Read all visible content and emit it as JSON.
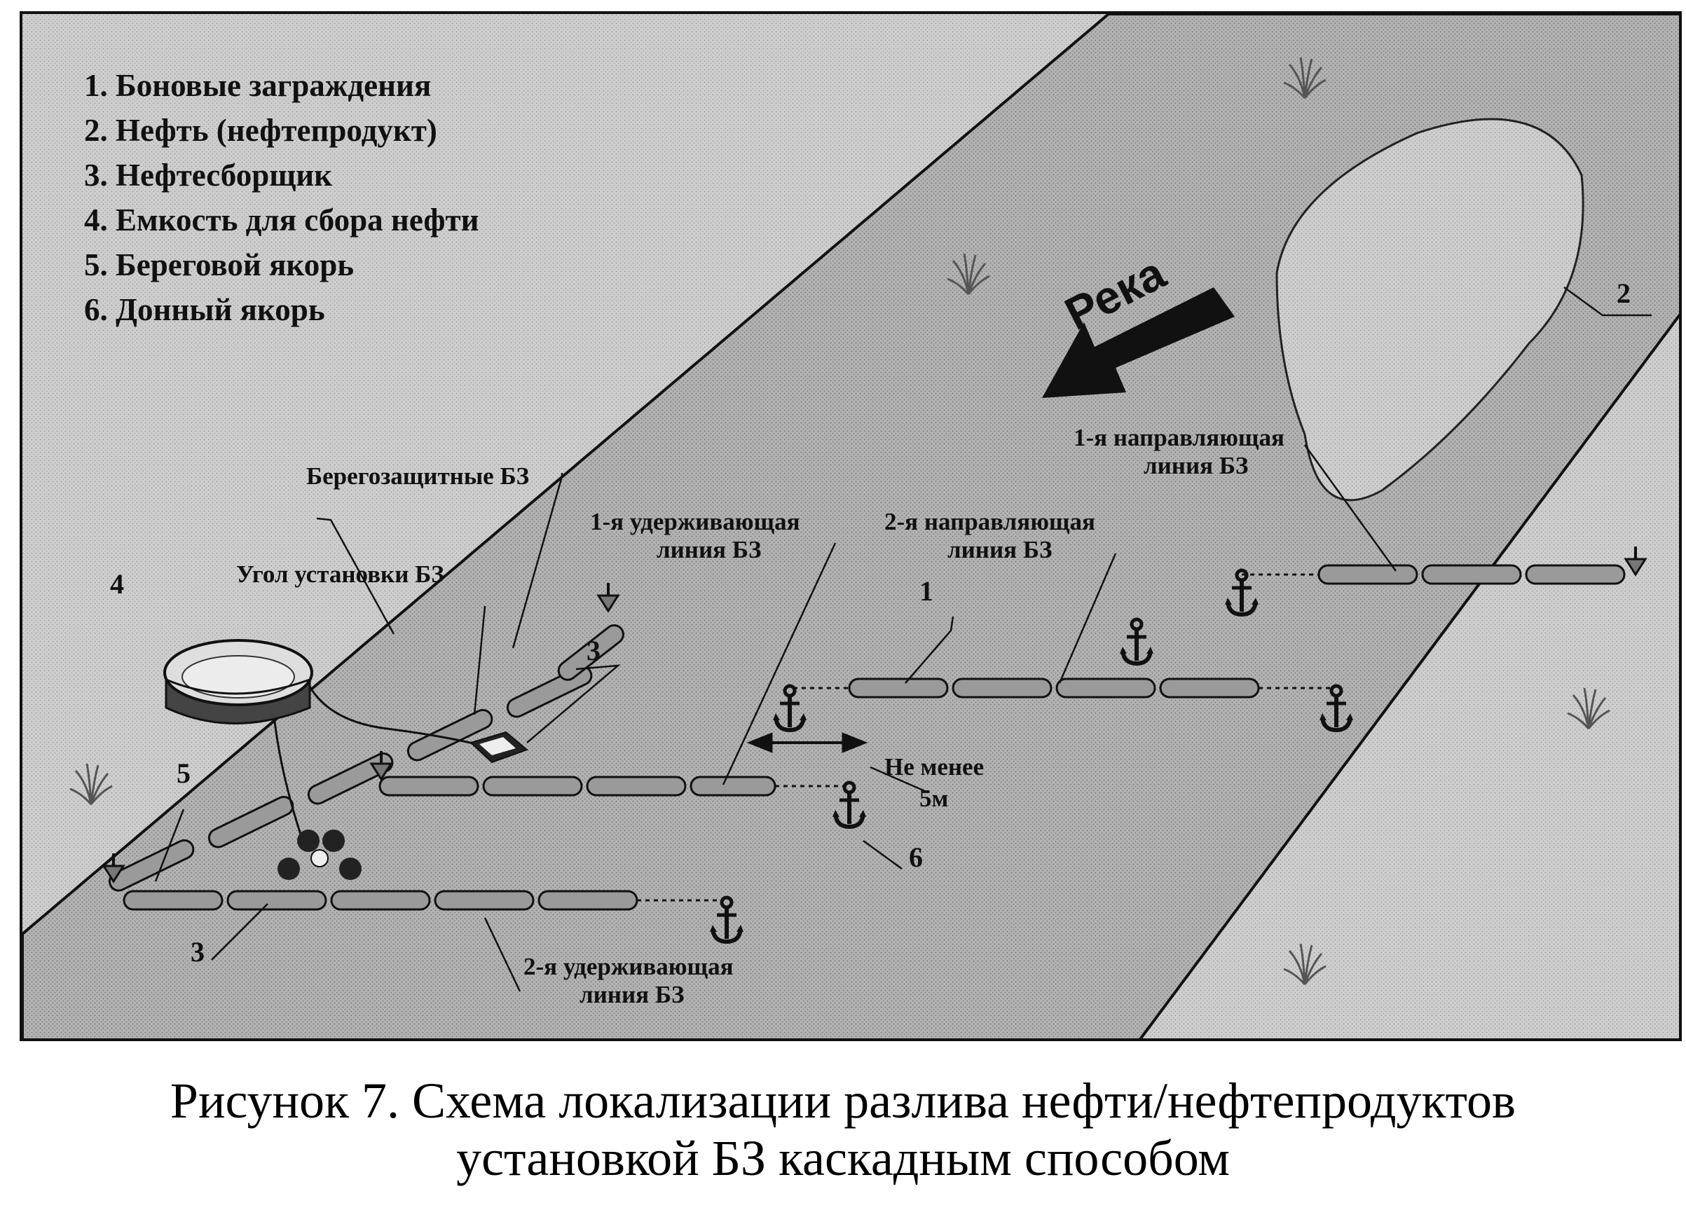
{
  "legend": [
    "1. Боновые заграждения",
    "2. Нефть (нефтепродукт)",
    "3. Нефтесборщик",
    "4. Емкость для сбора нефти",
    "5. Береговой якорь",
    "6. Донный якорь"
  ],
  "river_label": "Река",
  "labels": {
    "shore_booms": "Берегозащитные БЗ",
    "install_angle": "Угол установки БЗ",
    "retain1_a": "1-я удерживающая",
    "retain1_b": "линия БЗ",
    "guide2_a": "2-я направляющая",
    "guide2_b": "линия БЗ",
    "guide1_a": "1-я направляющая",
    "guide1_b": "линия БЗ",
    "min_dist_a": "Не менее",
    "min_dist_b": "5м",
    "retain2_a": "2-я удерживающая",
    "retain2_b": "линия БЗ"
  },
  "callouts": {
    "n1": "1",
    "n2": "2",
    "n3a": "3",
    "n3b": "3",
    "n4": "4",
    "n5": "5",
    "n6": "6"
  },
  "caption": {
    "line1": "Рисунок 7. Схема локализации разлива нефти/нефтепродуктов",
    "line2": "установкой БЗ каскадным способом"
  }
}
